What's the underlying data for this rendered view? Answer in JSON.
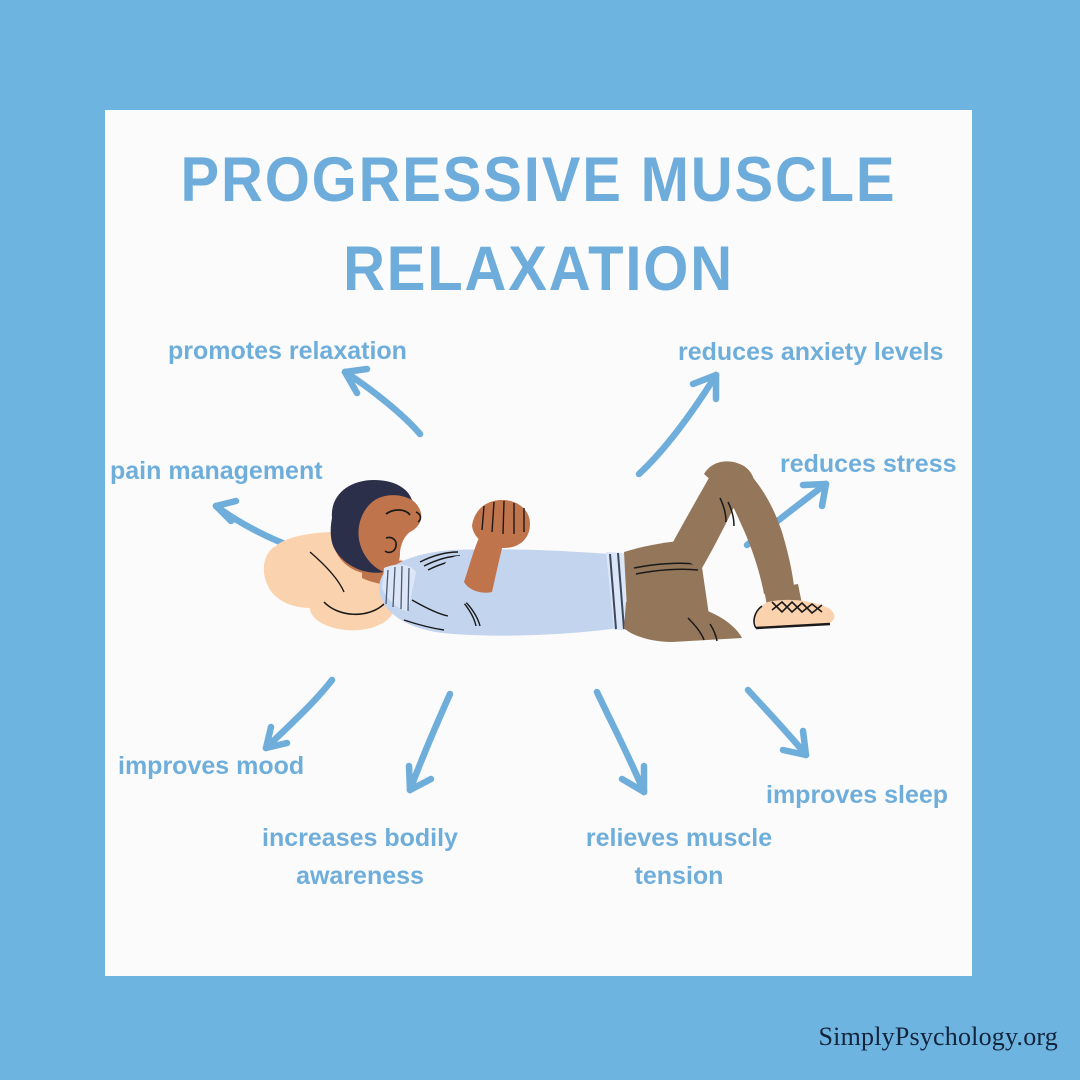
{
  "colors": {
    "background": "#6EB4E0",
    "panel": "#FAFBFA",
    "title_text": "#6EADDB",
    "label_text": "#6FAEDB",
    "arrow": "#6FAEDB",
    "brand_text": "#12243B",
    "hair": "#2C2F4A",
    "skin": "#C0744B",
    "shirt": "#C3D4EE",
    "trousers": "#94765A",
    "pillow": "#FBD2AE",
    "shoe": "#FBD2AE",
    "outline": "#1A1A1A"
  },
  "title": {
    "line1": "Progressive Muscle",
    "line2": "Relaxation",
    "full": "PROGRESSIVE MUSCLE RELAXATION"
  },
  "benefits": [
    {
      "id": "promotes-relaxation",
      "label": "promotes relaxation",
      "position": "top-left",
      "align": "left"
    },
    {
      "id": "pain-management",
      "label": "pain management",
      "position": "mid-left",
      "align": "left"
    },
    {
      "id": "improves-mood",
      "label": "improves mood",
      "position": "bottom-left",
      "align": "left"
    },
    {
      "id": "increases-bodily-awareness",
      "label": "increases bodily\nawareness",
      "position": "bottom-center-left",
      "align": "center"
    },
    {
      "id": "relieves-muscle-tension",
      "label": "relieves muscle\ntension",
      "position": "bottom-center-right",
      "align": "center"
    },
    {
      "id": "improves-sleep",
      "label": "improves sleep",
      "position": "bottom-right",
      "align": "left"
    },
    {
      "id": "reduces-stress",
      "label": "reduces stress",
      "position": "mid-right",
      "align": "left"
    },
    {
      "id": "reduces-anxiety-levels",
      "label": "reduces anxiety levels",
      "position": "top-right",
      "align": "left"
    }
  ],
  "arrows": [
    {
      "id": "arrow-to-promotes-relaxation",
      "points_to": "promotes relaxation",
      "direction": "up-left"
    },
    {
      "id": "arrow-to-pain-management",
      "points_to": "pain management",
      "direction": "up-left"
    },
    {
      "id": "arrow-to-improves-mood",
      "points_to": "improves mood",
      "direction": "down-left"
    },
    {
      "id": "arrow-to-increases-bodily-awareness",
      "points_to": "increases bodily awareness",
      "direction": "down-left"
    },
    {
      "id": "arrow-to-relieves-muscle-tension",
      "points_to": "relieves muscle tension",
      "direction": "down"
    },
    {
      "id": "arrow-to-improves-sleep",
      "points_to": "improves sleep",
      "direction": "down-right"
    },
    {
      "id": "arrow-to-reduces-stress",
      "points_to": "reduces stress",
      "direction": "up-right"
    },
    {
      "id": "arrow-to-reduces-anxiety-levels",
      "points_to": "reduces anxiety levels",
      "direction": "up-right"
    }
  ],
  "illustration": {
    "description": "person lying on back on a pillow with knees bent, one fist resting on chest",
    "alt": "reclining-person-illustration"
  },
  "brand": {
    "text": "SimplyPsychology.org"
  }
}
